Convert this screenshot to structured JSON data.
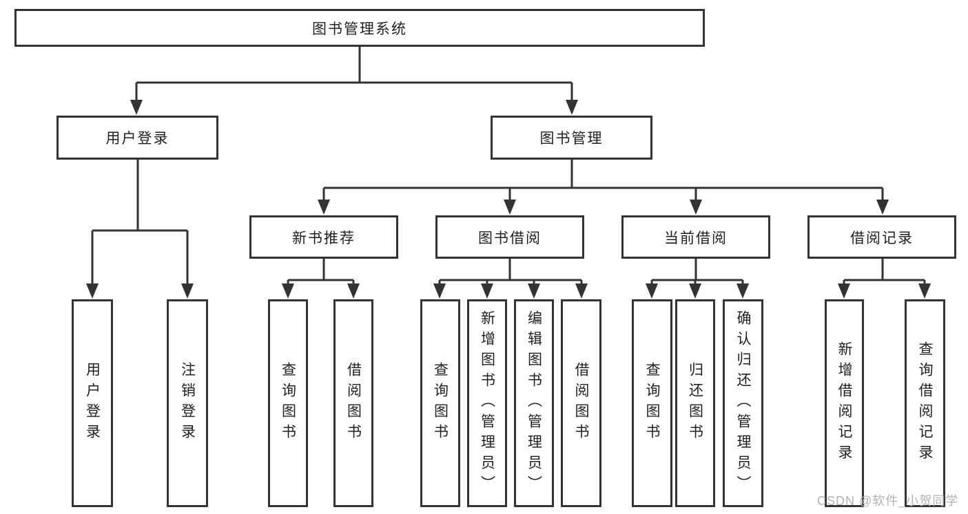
{
  "diagram": {
    "type": "hierarchy-tree",
    "orientation": "top-down",
    "colors": {
      "line": "#333333",
      "box_border": "#333333",
      "box_fill": "#ffffff",
      "text": "#1f1f1f",
      "watermark": "#b3b3b3"
    }
  },
  "tree": {
    "label": "图书管理系统",
    "children": [
      {
        "label": "用户登录",
        "children": [
          {
            "label": "用户登录"
          },
          {
            "label": "注销登录"
          }
        ]
      },
      {
        "label": "图书管理",
        "children": [
          {
            "label": "新书推荐",
            "children": [
              {
                "label": "查询图书"
              },
              {
                "label": "借阅图书"
              }
            ]
          },
          {
            "label": "图书借阅",
            "children": [
              {
                "label": "查询图书"
              },
              {
                "label": "新增图书（管理员）"
              },
              {
                "label": "编辑图书（管理员）"
              },
              {
                "label": "借阅图书"
              }
            ]
          },
          {
            "label": "当前借阅",
            "children": [
              {
                "label": "查询图书"
              },
              {
                "label": "归还图书"
              },
              {
                "label": "确认归还（管理员）"
              }
            ]
          },
          {
            "label": "借阅记录",
            "children": [
              {
                "label": "新增借阅记录"
              },
              {
                "label": "查询借阅记录"
              }
            ]
          }
        ]
      }
    ]
  },
  "watermark": {
    "text": "CSDN @软件_小贺同学"
  }
}
